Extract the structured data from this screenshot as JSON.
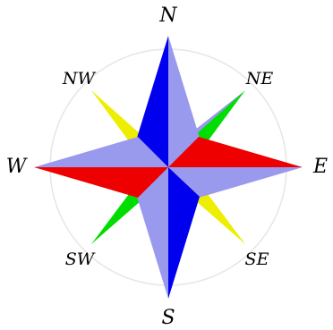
{
  "compass": {
    "labels": {
      "n": "N",
      "ne": "NE",
      "e": "E",
      "se": "SE",
      "s": "S",
      "sw": "SW",
      "w": "W",
      "nw": "NW"
    },
    "colors": {
      "base": "#9999ee",
      "north": "#0000ee",
      "east": "#ee0000",
      "south": "#0000ee",
      "west": "#ee0000",
      "ne": "#00dd00",
      "sw": "#00dd00",
      "nw": "#eeee00",
      "se": "#eeee00",
      "ring": "#e6e6e6"
    }
  }
}
